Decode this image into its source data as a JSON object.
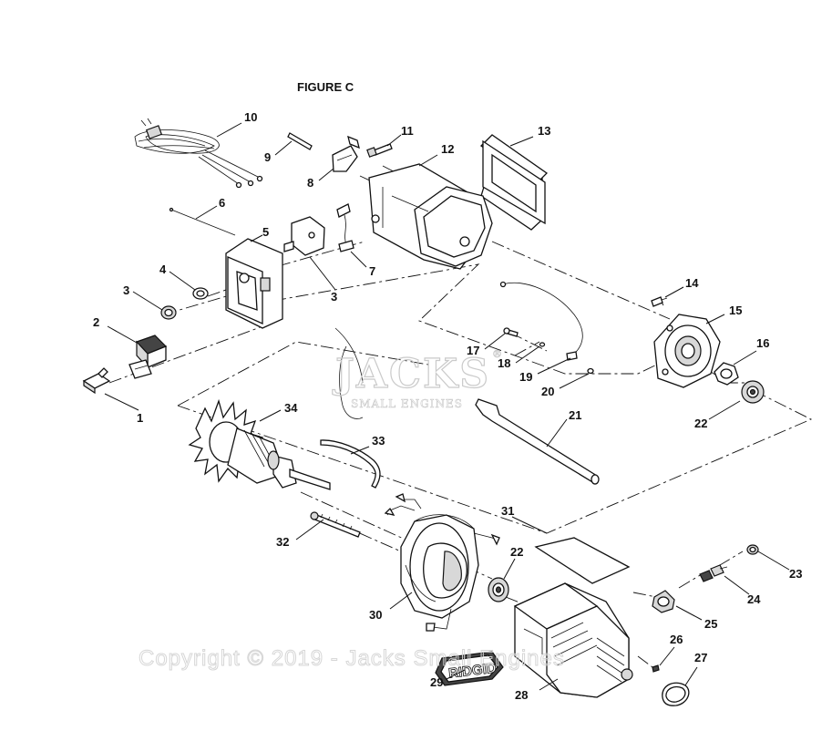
{
  "figure": {
    "title": "FIGURE C"
  },
  "callouts": {
    "c1": "1",
    "c2": "2",
    "c3a": "3",
    "c3b": "3",
    "c4": "4",
    "c5": "5",
    "c6": "6",
    "c7": "7",
    "c8": "8",
    "c9": "9",
    "c10": "10",
    "c11": "11",
    "c12": "12",
    "c13": "13",
    "c14": "14",
    "c15": "15",
    "c16": "16",
    "c17": "17",
    "c18": "18",
    "c19": "19",
    "c20": "20",
    "c21": "21",
    "c22a": "22",
    "c22b": "22",
    "c23": "23",
    "c24": "24",
    "c25": "25",
    "c26": "26",
    "c27": "27",
    "c28": "28",
    "c29": "29",
    "c30": "30",
    "c31": "31",
    "c32": "32",
    "c33": "33",
    "c34": "34"
  },
  "watermark": {
    "logo": "JACKS",
    "registered": "®",
    "sub": "SMALL ENGINES",
    "copyright": "Copyright © 2019 - Jacks Small Engines"
  },
  "brand_badge": {
    "text": "RIDGID"
  }
}
